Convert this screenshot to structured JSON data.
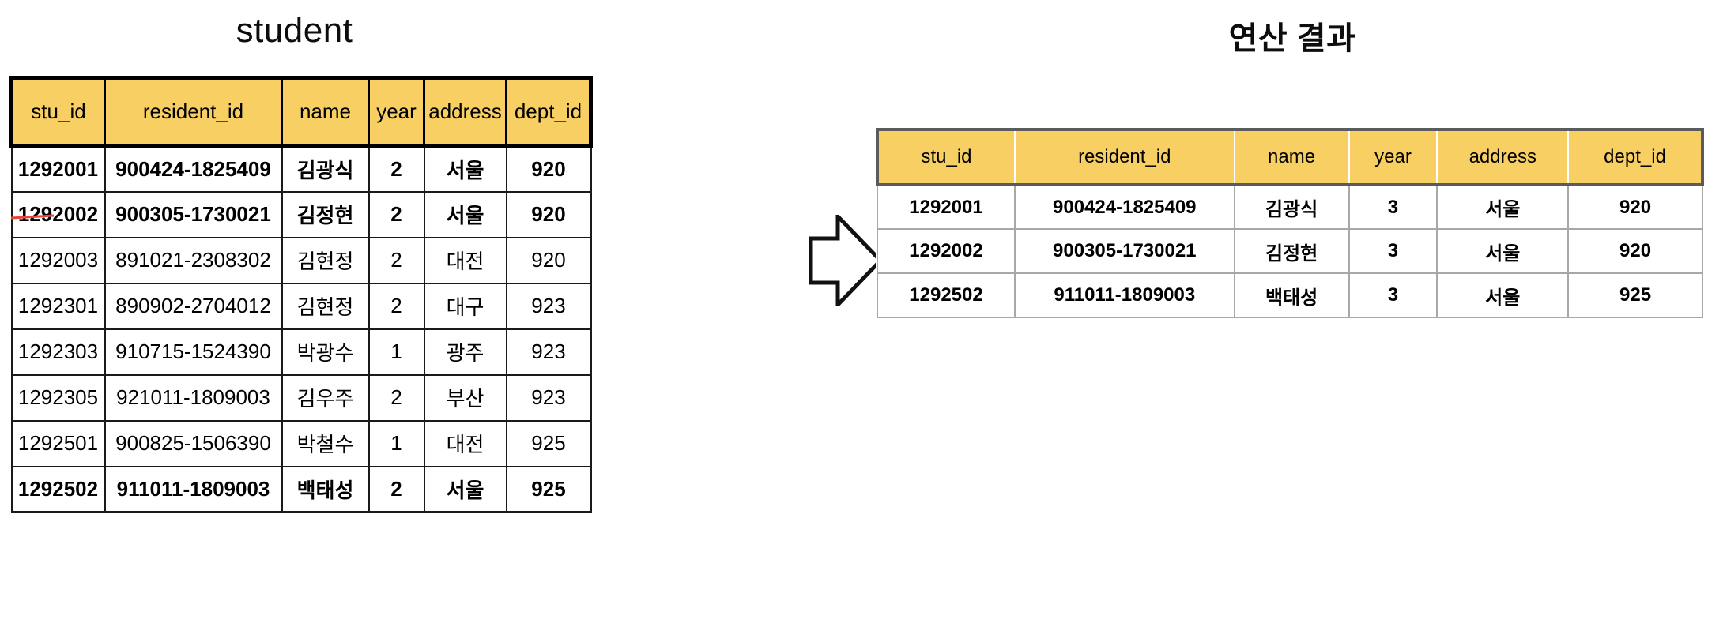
{
  "colors": {
    "header_fill": "#f8cf62",
    "strike_red": "#e8453c",
    "source_border": "#000000",
    "result_border": "#a8a8a8",
    "result_outer_border": "#5b5b5b",
    "page_background": "#ffffff"
  },
  "source": {
    "title": "student",
    "columns": [
      "stu_id",
      "resident_id",
      "name",
      "year",
      "address",
      "dept_id"
    ],
    "rows": [
      {
        "stu_id": "1292001",
        "resident_id": "900424-1825409",
        "name": "김광식",
        "year": "2",
        "address": "서울",
        "dept_id": "920",
        "struck": false,
        "bold": true
      },
      {
        "stu_id": "1292002",
        "resident_id": "900305-1730021",
        "name": "김정현",
        "year": "2",
        "address": "서울",
        "dept_id": "920",
        "struck": true,
        "bold": true
      },
      {
        "stu_id": "1292003",
        "resident_id": "891021-2308302",
        "name": "김현정",
        "year": "2",
        "address": "대전",
        "dept_id": "920",
        "struck": false,
        "bold": false
      },
      {
        "stu_id": "1292301",
        "resident_id": "890902-2704012",
        "name": "김현정",
        "year": "2",
        "address": "대구",
        "dept_id": "923",
        "struck": false,
        "bold": false
      },
      {
        "stu_id": "1292303",
        "resident_id": "910715-1524390",
        "name": "박광수",
        "year": "1",
        "address": "광주",
        "dept_id": "923",
        "struck": false,
        "bold": false
      },
      {
        "stu_id": "1292305",
        "resident_id": "921011-1809003",
        "name": "김우주",
        "year": "2",
        "address": "부산",
        "dept_id": "923",
        "struck": false,
        "bold": false
      },
      {
        "stu_id": "1292501",
        "resident_id": "900825-1506390",
        "name": "박철수",
        "year": "1",
        "address": "대전",
        "dept_id": "925",
        "struck": false,
        "bold": false
      },
      {
        "stu_id": "1292502",
        "resident_id": "911011-1809003",
        "name": "백태성",
        "year": "2",
        "address": "서울",
        "dept_id": "925",
        "struck": false,
        "bold": true
      }
    ]
  },
  "arrow": {
    "icon": "block-arrow-right-icon",
    "direction": "right"
  },
  "result": {
    "title": "연산 결과",
    "columns": [
      "stu_id",
      "resident_id",
      "name",
      "year",
      "address",
      "dept_id"
    ],
    "rows": [
      {
        "stu_id": "1292001",
        "resident_id": "900424-1825409",
        "name": "김광식",
        "year": "3",
        "address": "서울",
        "dept_id": "920",
        "bold": true
      },
      {
        "stu_id": "1292002",
        "resident_id": "900305-1730021",
        "name": "김정현",
        "year": "3",
        "address": "서울",
        "dept_id": "920",
        "bold": true
      },
      {
        "stu_id": "1292502",
        "resident_id": "911011-1809003",
        "name": "백태성",
        "year": "3",
        "address": "서울",
        "dept_id": "925",
        "bold": true
      }
    ]
  }
}
